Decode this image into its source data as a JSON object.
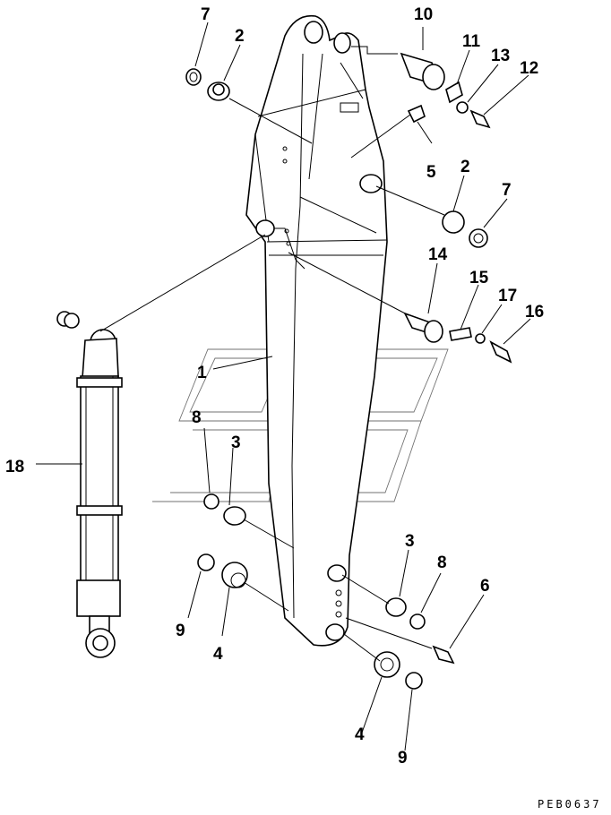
{
  "drawing_code": "PEB0637",
  "colors": {
    "ink": "#000000",
    "paper": "#ffffff"
  },
  "callouts": [
    {
      "key": "c10",
      "label": "10"
    },
    {
      "key": "c7a",
      "label": "7"
    },
    {
      "key": "c2a",
      "label": "2"
    },
    {
      "key": "c11",
      "label": "11"
    },
    {
      "key": "c13",
      "label": "13"
    },
    {
      "key": "c12",
      "label": "12"
    },
    {
      "key": "c5",
      "label": "5"
    },
    {
      "key": "c2b",
      "label": "2"
    },
    {
      "key": "c7b",
      "label": "7"
    },
    {
      "key": "c14",
      "label": "14"
    },
    {
      "key": "c15",
      "label": "15"
    },
    {
      "key": "c17",
      "label": "17"
    },
    {
      "key": "c16",
      "label": "16"
    },
    {
      "key": "c1",
      "label": "1"
    },
    {
      "key": "c8a",
      "label": "8"
    },
    {
      "key": "c3a",
      "label": "3"
    },
    {
      "key": "c18",
      "label": "18"
    },
    {
      "key": "c9a",
      "label": "9"
    },
    {
      "key": "c4a",
      "label": "4"
    },
    {
      "key": "c3b",
      "label": "3"
    },
    {
      "key": "c8b",
      "label": "8"
    },
    {
      "key": "c6",
      "label": "6"
    },
    {
      "key": "c4b",
      "label": "4"
    },
    {
      "key": "c9b",
      "label": "9"
    }
  ]
}
